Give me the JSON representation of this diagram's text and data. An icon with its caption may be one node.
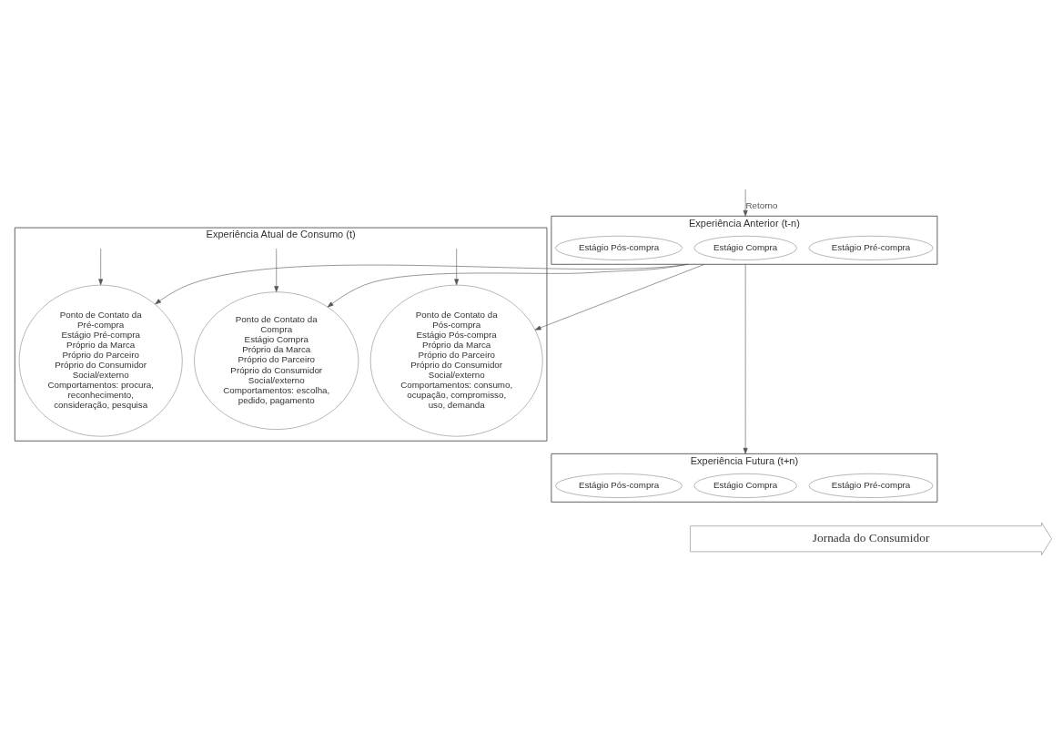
{
  "diagram": {
    "nodes": [
      {
        "text": [
          "Experiência Anterior (t-n)"
        ]
      },
      {
        "text": [
          "Estágio Pré-compra"
        ],
        "in": 0
      },
      {
        "text": [
          "Estágio Compra"
        ],
        "in": 0
      },
      {
        "text": [
          "Estágio Pós-compra"
        ],
        "in": 0
      },
      {
        "text": [
          "Experiência Atual de Consumo (t)"
        ]
      },
      {
        "text": [
          "Ponto de Contato da Pré-compra",
          "Estágio Pré-compra",
          "Próprio da Marca",
          "Próprio do Parceiro",
          "Próprio do Consumidor",
          "Social/externo",
          "Comportamentos: procura, reconhecimento, consideração, pesquisa"
        ],
        "in": 4
      },
      {
        "text": [
          "Ponto de Contato da Compra",
          "Estágio Compra",
          "Próprio da Marca",
          "Próprio do Parceiro",
          "Próprio do Consumidor",
          "Social/externo",
          "Comportamentos: escolha, pedido, pagamento"
        ],
        "in": 4
      },
      {
        "text": [
          "Ponto de Contato da Pós-compra",
          "Estágio Pós-compra",
          "Próprio da Marca",
          "Próprio do Parceiro",
          "Próprio do Consumidor",
          "Social/externo",
          "Comportamentos: consumo, ocupação, compromisso, uso, demanda"
        ],
        "in": 4
      },
      {
        "text": [
          "Experiência Futura (t+n)"
        ]
      },
      {
        "text": [
          "Estágio Pré-compra"
        ],
        "in": 8
      },
      {
        "text": [
          "Estágio Compra"
        ],
        "in": 8
      },
      {
        "text": [
          "Estágio Pós-compra"
        ],
        "in": 8
      },
      {
        "text": [
          "Jornada do Consumidor"
        ]
      }
    ],
    "edges": [
      {
        "from": null,
        "to": 5,
        "arrow": "to"
      },
      {
        "from": null,
        "to": 6,
        "arrow": "to"
      },
      {
        "from": null,
        "to": 7,
        "arrow": "to"
      },
      {
        "from": null,
        "to": 0,
        "arrow": "to",
        "label": "Retorno"
      },
      {
        "from": 0,
        "to": 5,
        "arrow": "to"
      },
      {
        "from": 0,
        "to": 6,
        "arrow": "to"
      },
      {
        "from": 0,
        "to": 7,
        "arrow": "to"
      },
      {
        "from": 0,
        "to": 8,
        "arrow": "to"
      }
    ]
  }
}
